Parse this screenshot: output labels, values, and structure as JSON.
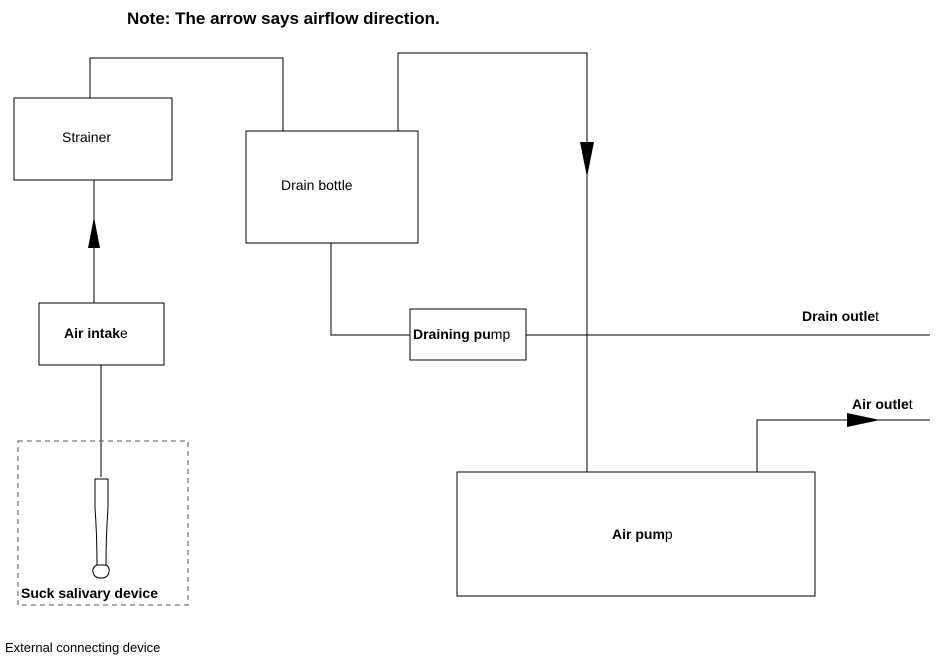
{
  "note": "Note: The arrow says airflow direction.",
  "labels": {
    "strainer": "Strainer",
    "drain_bottle": "Drain bottle",
    "air_intake_bold": "Air intak",
    "air_intake_tail": "e",
    "draining_pump_bold": "Draining pu",
    "draining_pump_tail": "mp",
    "drain_outlet_bold": "Drain outle",
    "drain_outlet_tail": "t",
    "air_outlet_bold": "Air outle",
    "air_outlet_tail": "t",
    "air_pump_bold": "Air pum",
    "air_pump_tail": "p",
    "suck_device": "Suck salivary device",
    "external_device": "External connecting device"
  },
  "colors": {
    "line": "#000000",
    "background": "#ffffff",
    "dashed_border": "#555555"
  },
  "icons": [
    "saliva-ejector-handpiece-icon",
    "arrow-up-icon",
    "arrow-down-icon",
    "arrow-right-icon"
  ]
}
